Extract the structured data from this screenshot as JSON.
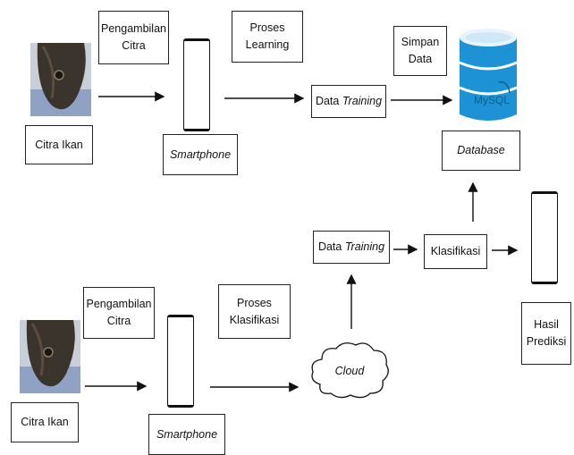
{
  "top": {
    "fish_label": "Citra Ikan",
    "capture_label": "Pengambilan\nCitra",
    "learning_label": "Proses\nLearning",
    "phone_label": "Smartphone",
    "data_training_prefix": "Data ",
    "data_training_italic": "Training",
    "save_label": "Simpan\nData",
    "db_label": "Database",
    "mysql_text": "MySQL"
  },
  "bottom": {
    "fish_label": "Citra Ikan",
    "capture_label": "Pengambilan\nCitra",
    "classify_process_label": "Proses\nKlasifikasi",
    "phone_label": "Smartphone",
    "cloud_label": "Cloud",
    "data_training_prefix": "Data ",
    "data_training_italic": "Training",
    "classification_label": "Klasifikasi",
    "result_label": "Hasil\nPrediksi"
  },
  "colors": {
    "db_blue": "#1d93d6",
    "line": "#111111"
  }
}
